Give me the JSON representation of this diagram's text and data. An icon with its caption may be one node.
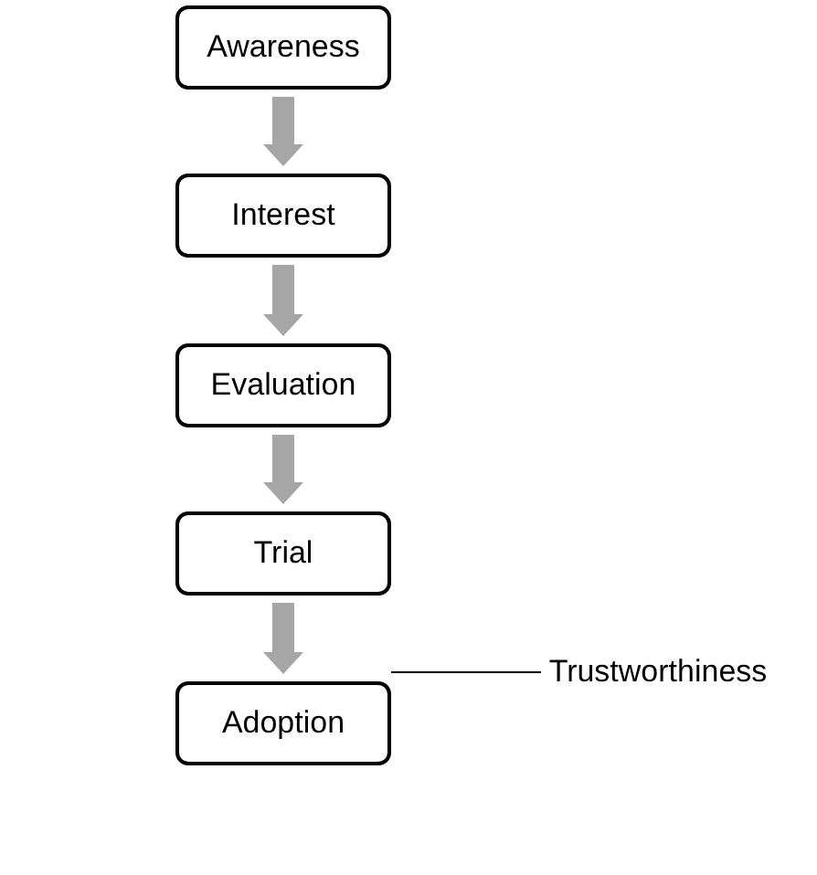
{
  "diagram": {
    "nodes": [
      {
        "text": [
          "Awareness"
        ]
      },
      {
        "text": [
          "Interest"
        ]
      },
      {
        "text": [
          "Evaluation"
        ]
      },
      {
        "text": [
          "Trial"
        ]
      },
      {
        "text": [
          "Adoption"
        ]
      },
      {
        "text": [
          "Trustworthiness"
        ]
      }
    ],
    "edges": [
      {
        "from": 0,
        "to": 1,
        "arrow": "to"
      },
      {
        "from": 1,
        "to": 2,
        "arrow": "to"
      },
      {
        "from": 2,
        "to": 3,
        "arrow": "to"
      },
      {
        "from": 3,
        "to": 4,
        "arrow": "to"
      },
      {
        "from": 5,
        "to": 4,
        "arrow": "none",
        "color": "#000000"
      }
    ]
  }
}
